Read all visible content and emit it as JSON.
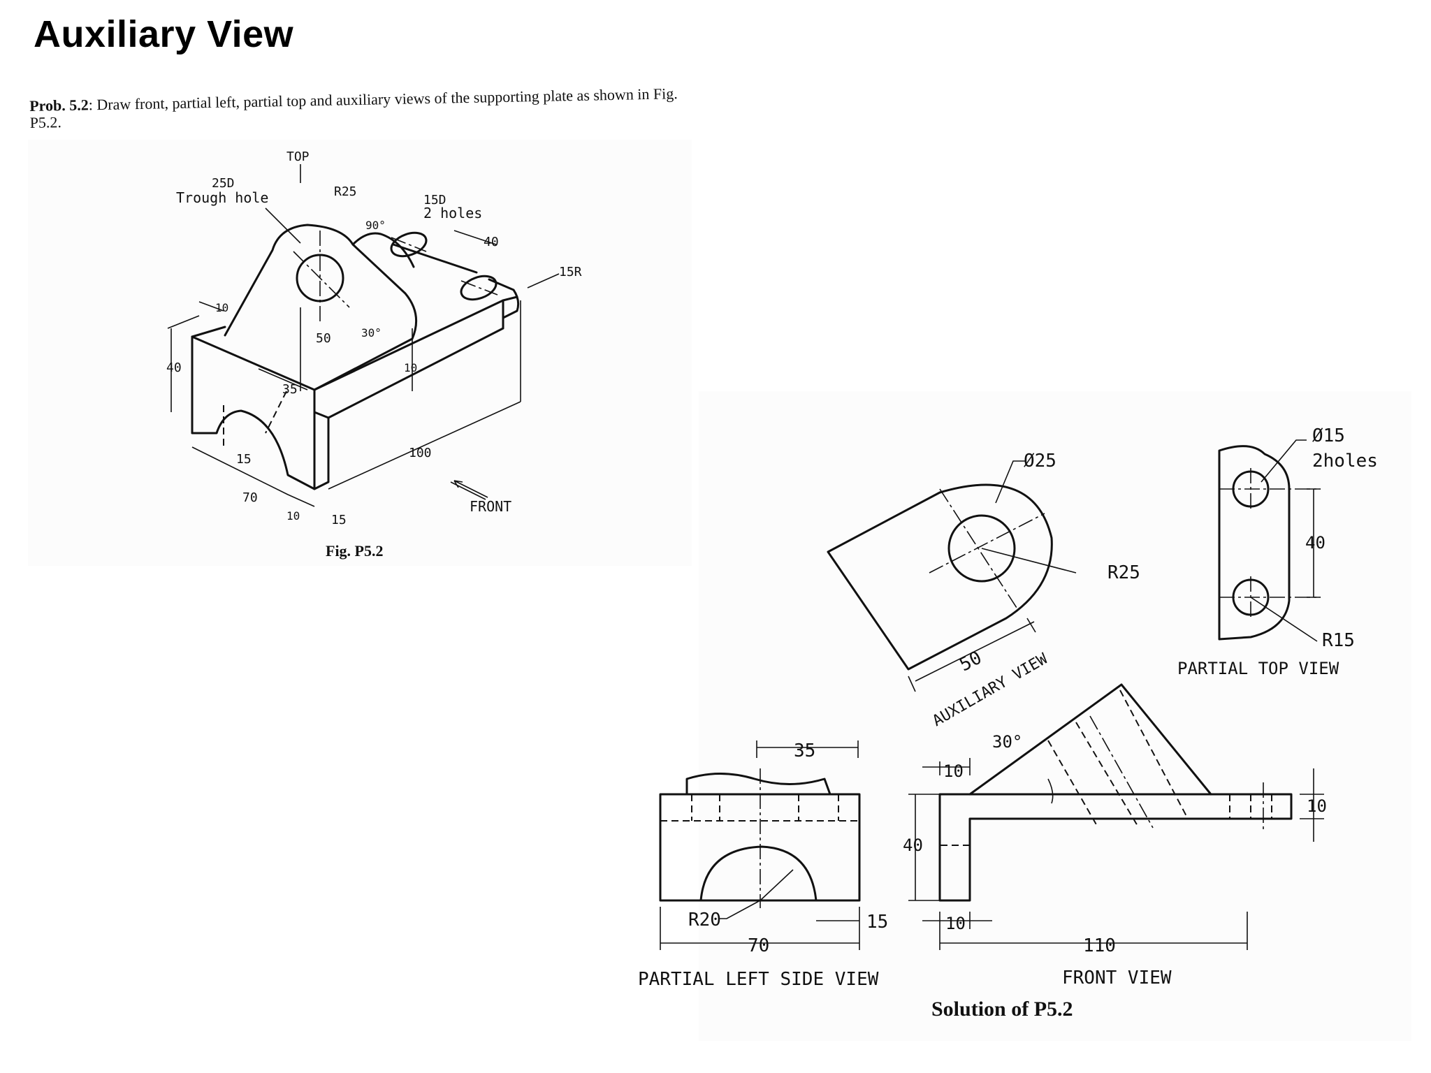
{
  "page": {
    "title": "Auxiliary View"
  },
  "problem": {
    "label": "Prob. 5.2",
    "text": ": Draw front, partial left, partial top and auxiliary views of the supporting plate as shown in Fig. P5.2."
  },
  "figure": {
    "caption": "Fig. P5.2",
    "labels": {
      "top": "TOP",
      "front": "FRONT",
      "hole_25d_a": "25D",
      "hole_25d_b": "Trough hole",
      "r25": "R25",
      "holes_15d_a": "15D",
      "holes_15d_b": "2 holes",
      "angle_90": "90°",
      "angle_30": "30°",
      "r15": "15R",
      "d40_top": "40",
      "d10_left": "10",
      "d40_left": "40",
      "d50": "50",
      "d35": "35",
      "d10_mid": "10",
      "d15_a": "15",
      "d100": "100",
      "d70": "70",
      "d10_bottom": "10",
      "d15_bottom": "15"
    }
  },
  "solution": {
    "caption": "Solution of P5.2",
    "auxiliary_view": {
      "name": "AUXILIARY VIEW",
      "dia": "Ø25",
      "radius": "R25",
      "width": "50"
    },
    "partial_top_view": {
      "name": "PARTIAL TOP VIEW",
      "holes_a": "Ø15",
      "holes_b": "2holes",
      "spacing": "40",
      "radius": "R15"
    },
    "partial_left_side_view": {
      "name": "PARTIAL LEFT SIDE VIEW",
      "width_top": "35",
      "radius": "R20",
      "width": "70",
      "offset": "15"
    },
    "front_view": {
      "name": "FRONT VIEW",
      "angle": "30°",
      "d10_top": "10",
      "height": "40",
      "d10_bottom": "10",
      "length": "110",
      "thickness": "10"
    }
  }
}
